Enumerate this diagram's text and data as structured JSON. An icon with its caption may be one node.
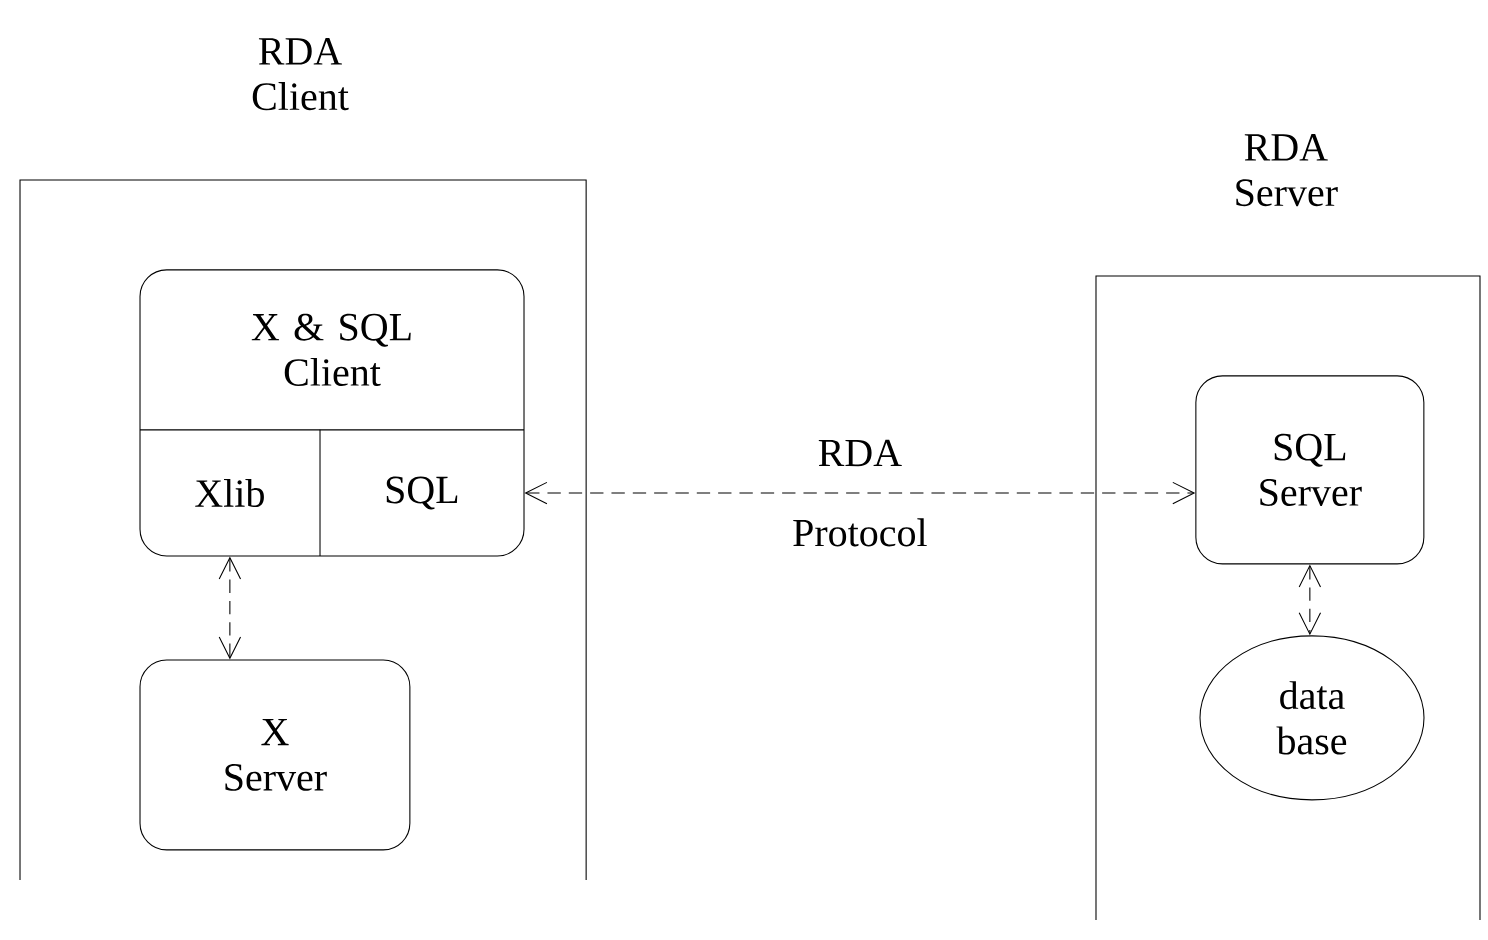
{
  "diagram": {
    "nodes": [
      {
        "text": [
          "RDA Client"
        ]
      },
      {
        "text": [
          "X & SQL Client"
        ],
        "in": 0
      },
      {
        "text": [
          "Xlib"
        ],
        "in": 1
      },
      {
        "text": [
          "SQL"
        ],
        "in": 1
      },
      {
        "text": [
          "X Server"
        ],
        "in": 0
      },
      {
        "text": [
          "RDA Server"
        ]
      },
      {
        "text": [
          "SQL Server"
        ],
        "in": 5
      },
      {
        "text": [
          "data base"
        ],
        "in": 5
      }
    ],
    "edges": [
      {
        "from": 3,
        "to": 6,
        "arrow": "both",
        "style": "dashed",
        "label": "RDA Protocol"
      },
      {
        "from": 2,
        "to": 4,
        "arrow": "both",
        "style": "dashed"
      },
      {
        "from": 6,
        "to": 7,
        "arrow": "both",
        "style": "dashed"
      }
    ]
  }
}
